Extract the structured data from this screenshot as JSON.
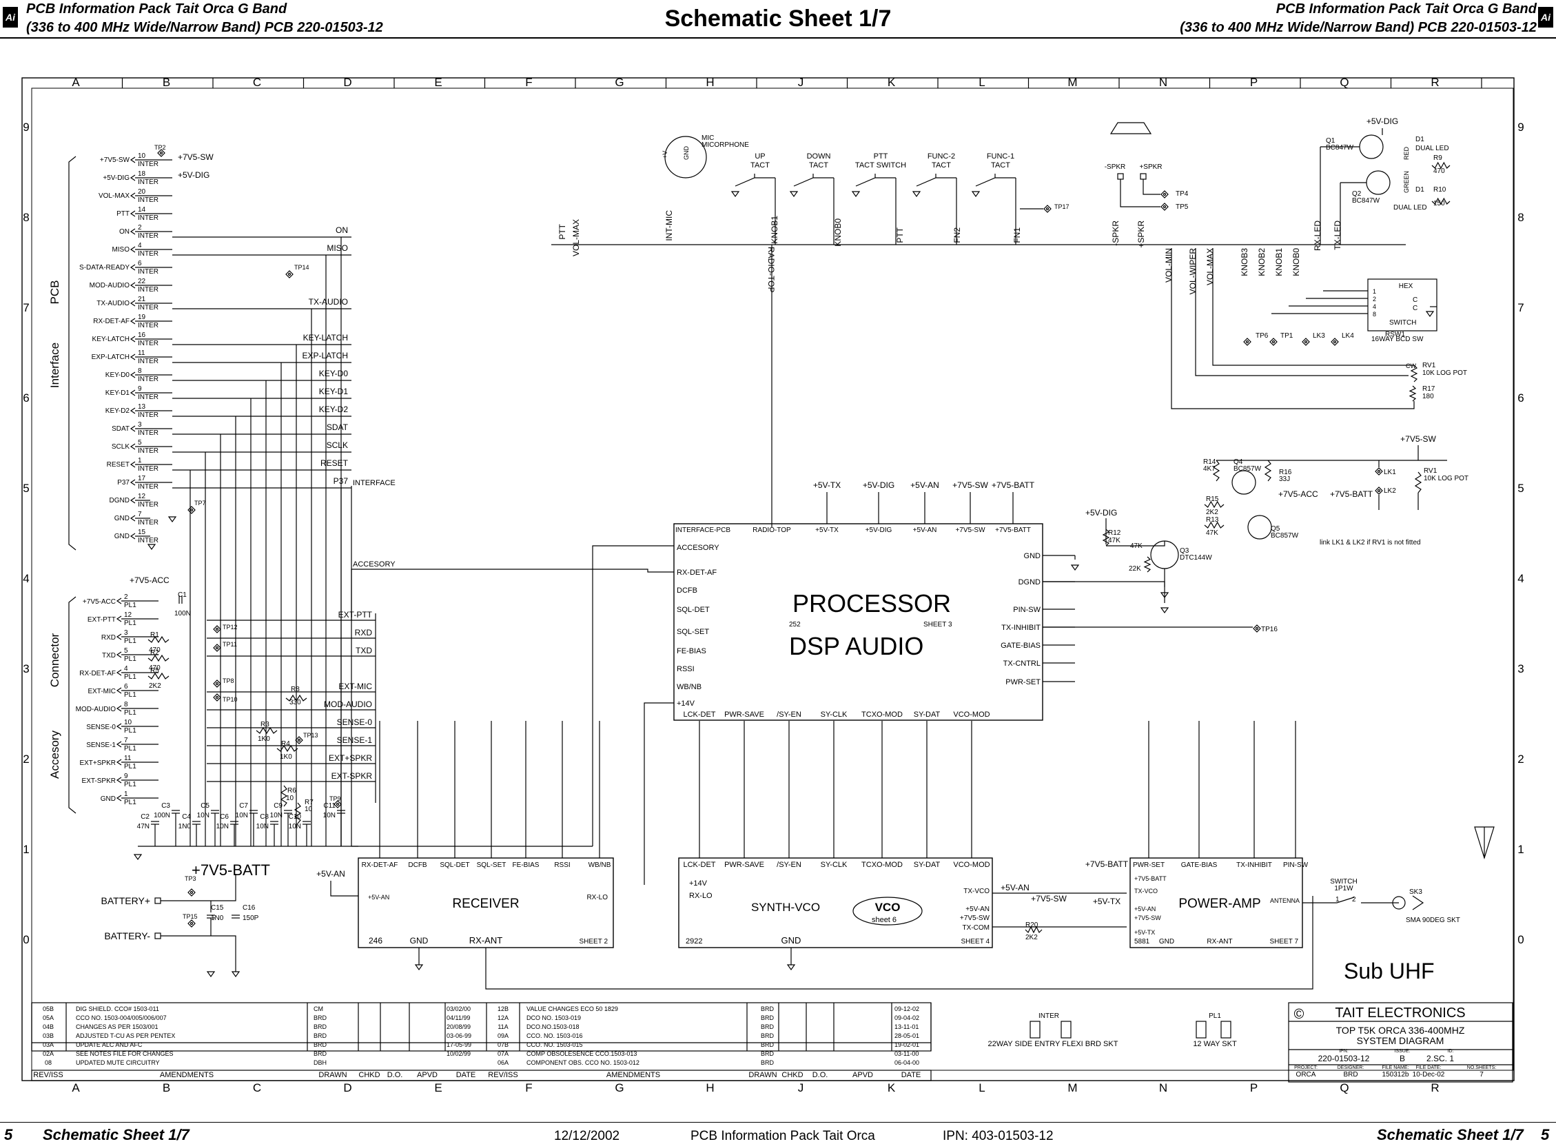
{
  "header": {
    "left_line1": "PCB Information Pack Tait Orca G Band",
    "left_line2": "(336 to 400 MHz Wide/Narrow Band) PCB 220-01503-12",
    "right_line1": "PCB Information Pack Tait Orca G Band",
    "right_line2": "(336 to 400 MHz Wide/Narrow Band) PCB 220-01503-12",
    "title": "Schematic Sheet 1/7",
    "logo": "Ai"
  },
  "footer": {
    "page_left": "5",
    "sheet_left": "Schematic Sheet 1/7",
    "date": "12/12/2002",
    "doc": "PCB Information Pack Tait Orca",
    "ipn": "IPN: 403-01503-12",
    "sheet_right": "Schematic Sheet 1/7",
    "page_right": "5"
  },
  "grid": {
    "columns": [
      "A",
      "B",
      "C",
      "D",
      "E",
      "F",
      "G",
      "H",
      "J",
      "K",
      "L",
      "M",
      "N",
      "P",
      "Q",
      "R"
    ],
    "rows": [
      "9",
      "8",
      "7",
      "6",
      "5",
      "4",
      "3",
      "2",
      "1",
      "0"
    ]
  },
  "interface": {
    "section": [
      "PCB",
      "Interface"
    ],
    "pins": [
      {
        "net": "+7V5-SW",
        "num": "10",
        "tag": "INTER"
      },
      {
        "net": "+5V-DIG",
        "num": "18",
        "tag": "INTER"
      },
      {
        "net": "VOL-MAX",
        "num": "20",
        "tag": "INTER"
      },
      {
        "net": "PTT",
        "num": "14",
        "tag": "INTER"
      },
      {
        "net": "ON",
        "num": "2",
        "tag": "INTER"
      },
      {
        "net": "MISO",
        "num": "4",
        "tag": "INTER"
      },
      {
        "net": "S-DATA-READY",
        "num": "6",
        "tag": "INTER"
      },
      {
        "net": "MOD-AUDIO",
        "num": "22",
        "tag": "INTER"
      },
      {
        "net": "TX-AUDIO",
        "num": "21",
        "tag": "INTER"
      },
      {
        "net": "RX-DET-AF",
        "num": "19",
        "tag": "INTER"
      },
      {
        "net": "KEY-LATCH",
        "num": "16",
        "tag": "INTER"
      },
      {
        "net": "EXP-LATCH",
        "num": "11",
        "tag": "INTER"
      },
      {
        "net": "KEY-D0",
        "num": "8",
        "tag": "INTER"
      },
      {
        "net": "KEY-D1",
        "num": "9",
        "tag": "INTER"
      },
      {
        "net": "KEY-D2",
        "num": "13",
        "tag": "INTER"
      },
      {
        "net": "SDAT",
        "num": "3",
        "tag": "INTER"
      },
      {
        "net": "SCLK",
        "num": "5",
        "tag": "INTER"
      },
      {
        "net": "RESET",
        "num": "1",
        "tag": "INTER"
      },
      {
        "net": "P37",
        "num": "17",
        "tag": "INTER"
      },
      {
        "net": "DGND",
        "num": "12",
        "tag": "INTER"
      },
      {
        "net": "GND",
        "num": "7",
        "tag": "INTER"
      },
      {
        "net": "GND",
        "num": "15",
        "tag": "INTER"
      }
    ],
    "bus_labels": [
      "ON",
      "MISO",
      "TX-AUDIO",
      "KEY-LATCH",
      "EXP-LATCH",
      "KEY-D0",
      "KEY-D1",
      "KEY-D2",
      "SDAT",
      "SCLK",
      "RESET",
      "P37"
    ],
    "bus_name": "INTERFACE",
    "tp2": "TP2",
    "tp2_net": "+7V5-SW",
    "dig_net": "+5V-DIG",
    "tp14": "TP14",
    "tp7": "TP7"
  },
  "connector": {
    "section": [
      "Connector",
      "Accesory"
    ],
    "acc_net": "+7V5-ACC",
    "pins": [
      {
        "net": "+7V5-ACC",
        "num": "2",
        "tag": "PL1"
      },
      {
        "net": "EXT-PTT",
        "num": "12",
        "tag": "PL1"
      },
      {
        "net": "RXD",
        "num": "3",
        "tag": "PL1"
      },
      {
        "net": "TXD",
        "num": "5",
        "tag": "PL1"
      },
      {
        "net": "RX-DET-AF",
        "num": "4",
        "tag": "PL1"
      },
      {
        "net": "EXT-MIC",
        "num": "6",
        "tag": "PL1"
      },
      {
        "net": "MOD-AUDIO",
        "num": "8",
        "tag": "PL1"
      },
      {
        "net": "SENSE-0",
        "num": "10",
        "tag": "PL1"
      },
      {
        "net": "SENSE-1",
        "num": "7",
        "tag": "PL1"
      },
      {
        "net": "EXT+SPKR",
        "num": "11",
        "tag": "PL1"
      },
      {
        "net": "EXT-SPKR",
        "num": "9",
        "tag": "PL1"
      },
      {
        "net": "GND",
        "num": "1",
        "tag": "PL1"
      }
    ],
    "bus_labels": [
      "EXT-PTT",
      "RXD",
      "TXD",
      "EXT-MIC",
      "MOD-AUDIO",
      "SENSE-0",
      "SENSE-1",
      "EXT+SPKR",
      "EXT-SPKR"
    ],
    "accesory_net": "ACCESORY",
    "parts": {
      "c1": "C1",
      "c1v": "100N",
      "r1": "R1",
      "r1v": "470",
      "r2": "R2",
      "r2v": "470",
      "r5": "R5",
      "r5v": "2K2",
      "r8": "R8",
      "r8v": "330",
      "r3": "R3",
      "r3v": "1K0",
      "r4": "R4",
      "r4v": "1K0",
      "r6": "R6",
      "r6v": "10",
      "r7": "R7",
      "r7v": "10",
      "tp12": "TP12",
      "tp11": "TP11",
      "tp8": "TP8",
      "tp10": "TP10",
      "tp13": "TP13",
      "tp9": "TP9",
      "caps": [
        {
          "ref": "C2",
          "val": "47N"
        },
        {
          "ref": "C3",
          "val": "100N"
        },
        {
          "ref": "C4",
          "val": "1N0"
        },
        {
          "ref": "C5",
          "val": "10N"
        },
        {
          "ref": "C6",
          "val": "10N"
        },
        {
          "ref": "C7",
          "val": "10N"
        },
        {
          "ref": "C8",
          "val": "10N"
        },
        {
          "ref": "C9",
          "val": "10N"
        },
        {
          "ref": "C10",
          "val": "10N"
        },
        {
          "ref": "C11",
          "val": "10N"
        }
      ]
    }
  },
  "battery": {
    "net": "+7V5-BATT",
    "plus": "BATTERY+",
    "minus": "BATTERY-",
    "tp3": "TP3",
    "tp15": "TP15",
    "c15": "C15",
    "c15v": "1N0",
    "c16": "C16",
    "c16v": "150P"
  },
  "top_row": {
    "mic": "MIC",
    "mic2": "MICORPHONE",
    "v": "+V",
    "gnd": "GND",
    "switches": [
      {
        "name": "UP",
        "type": "TACT"
      },
      {
        "name": "DOWN",
        "type": "TACT"
      },
      {
        "name": "PTT",
        "type": "TACT  SWITCH"
      },
      {
        "name": "FUNC-2",
        "type": "TACT"
      },
      {
        "name": "FUNC-1",
        "type": "TACT"
      }
    ],
    "vnets": [
      "PTT",
      "VOL-MAX",
      "INT-MIC",
      "KNOB1",
      "KNOB0",
      "PTT",
      "FN2",
      "FN1",
      "-SPKR",
      "+SPKR",
      "RX-LED",
      "TX-LED"
    ],
    "radio_top": "RADIO-TOP",
    "tp17": "TP17",
    "spkr_minus": "-SPKR",
    "spkr_plus": "+SPKR",
    "tp4": "TP4",
    "tp5": "TP5"
  },
  "right_top": {
    "net": "+5V-DIG",
    "q1": "Q1",
    "q1t": "BC847W",
    "q2": "Q2",
    "q2t": "BC847W",
    "d1": "D1",
    "d1t": "DUAL  LED",
    "d1b": "D1",
    "d1bt": "DUAL  LED",
    "red": "RED",
    "green": "GREEN",
    "r9": "R9",
    "r9v": "470",
    "r10": "R10",
    "r10v": "150",
    "vnets": [
      "VOL-MIN",
      "VOL-WIPER",
      "VOL-MAX",
      "KNOB3",
      "KNOB2",
      "KNOB1",
      "KNOB0"
    ],
    "hex": "HEX",
    "switch": "SWITCH",
    "rsw1": "RSW1",
    "rsw1t": "16WAY BCD SW",
    "hex_pins": [
      "1",
      "2",
      "4",
      "8"
    ],
    "hex_c": [
      "C",
      "C"
    ],
    "tp6": "TP6",
    "tp1": "TP1",
    "lk3": "LK3",
    "lk4": "LK4",
    "rv1": "RV1",
    "rv1t": "10K  LOG  POT",
    "cw": "CW",
    "r17": "R17",
    "r17v": "180"
  },
  "right_mid": {
    "net": "+7V5-SW",
    "r14": "R14",
    "r14v": "4K7",
    "q4": "Q4",
    "q4t": "BC857W",
    "r16": "R16",
    "r16v": "33J",
    "r15": "R15",
    "r15v": "2K2",
    "r13": "R13",
    "r13v": "47K",
    "q5": "Q5",
    "q5t": "BC857W",
    "acc": "+7V5-ACC",
    "batt": "+7V5-BATT",
    "lk1": "LK1",
    "lk2": "LK2",
    "rv1": "RV1",
    "rv1t": "10K  LOG  POT",
    "dig": "+5V-DIG",
    "r12": "R12",
    "r12v": "47K",
    "q3": "Q3",
    "q3t": "DTC144W",
    "r47k": "47K",
    "r22k": "22K",
    "note": "link    LK1    &    LK2    if    RV1    is    not    fitted"
  },
  "processor": {
    "title1": "PROCESSOR",
    "title2": "DSP  AUDIO",
    "id": "252",
    "sheet": "SHEET  3",
    "top_pins": [
      "INTERFACE-PCB",
      "RADIO-TOP",
      "+5V-TX",
      "+5V-DIG",
      "+5V-AN",
      "+7V5-SW",
      "+7V5-BATT"
    ],
    "top_nets": [
      "+5V-TX",
      "+5V-DIG",
      "+5V-AN",
      "+7V5-SW",
      "+7V5-BATT"
    ],
    "left_pins": [
      "ACCESORY",
      "RX-DET-AF",
      "DCFB",
      "SQL-DET",
      "SQL-SET",
      "FE-BIAS",
      "RSSI",
      "WB/NB",
      "+14V"
    ],
    "right_pins": [
      "GND",
      "DGND",
      "PIN-SW",
      "TX-INHIBIT",
      "GATE-BIAS",
      "TX-CNTRL",
      "PWR-SET"
    ],
    "bottom_pins": [
      "LCK-DET",
      "PWR-SAVE",
      "/SY-EN",
      "SY-CLK",
      "TCXO-MOD",
      "SY-DAT",
      "VCO-MOD"
    ],
    "tp16": "TP16"
  },
  "receiver": {
    "title": "RECEIVER",
    "id": "246",
    "gnd": "GND",
    "rxant": "RX-ANT",
    "sheet": "SHEET  2",
    "top_pins": [
      "RX-DET-AF",
      "DCFB",
      "SQL-DET",
      "SQL-SET",
      "FE-BIAS",
      "RSSI",
      "WB/NB"
    ],
    "an_pin": "+5V-AN",
    "rxlo": "RX-LO",
    "net": "+5V-AN"
  },
  "synth": {
    "title": "SYNTH-VCO",
    "id": "2922",
    "gnd": "GND",
    "sheet": "SHEET  4",
    "top_pins": [
      "LCK-DET",
      "PWR-SAVE",
      "/SY-EN",
      "SY-CLK",
      "TCXO-MOD",
      "SY-DAT",
      "VCO-MOD"
    ],
    "left": [
      "+14V",
      "RX-LO"
    ],
    "right": [
      "TX-VCO",
      "+5V-AN",
      "+7V5-SW",
      "TX-COM"
    ],
    "vco": "VCO",
    "vco_sheet": "sheet    6",
    "r20": "R20",
    "r20v": "2K2",
    "net_an": "+5V-AN",
    "net_sw": "+7V5-SW"
  },
  "pa": {
    "title": "POWER-AMP",
    "id": "5881",
    "gnd": "GND",
    "rxant": "RX-ANT",
    "sheet": "SHEET  7",
    "top_pins": [
      "PWR-SET",
      "GATE-BIAS",
      "TX-INHIBIT",
      "PIN-SW"
    ],
    "left": [
      "+7V5-BATT",
      "TX-VCO",
      "+5V-AN",
      "+7V5-SW",
      "+5V-TX"
    ],
    "antenna": "ANTENNA",
    "batt_net": "+7V5-BATT",
    "tx_net": "+5V-TX",
    "switch": "SWITCH",
    "switch_t": "1P1W",
    "sk3": "SK3",
    "sk3t": "SMA  90DEG  SKT",
    "sw_pins": [
      "1",
      "2"
    ]
  },
  "sub": "Sub  UHF",
  "amendments": {
    "rows_left": [
      {
        "rev": "05B",
        "text": "DIG    SHIELD.    CCO#    1503-011",
        "by": "CM",
        "date": "03/02/00"
      },
      {
        "rev": "05A",
        "text": "CCO        NO.        1503-004/005/006/007",
        "by": "BRD",
        "date": "04/11/99"
      },
      {
        "rev": "04B",
        "text": "CHANGES   AS   PER   1503/001",
        "by": "BRD",
        "date": "20/08/99"
      },
      {
        "rev": "03B",
        "text": "ADJUSTED   T-CU   AS   PER   PENTEX",
        "by": "BRD",
        "date": "03-06-99"
      },
      {
        "rev": "03A",
        "text": "UPDATE  ALC  AND  AFC",
        "by": "BRD",
        "date": "17-05-99"
      },
      {
        "rev": "02A",
        "text": "SEE  NOTES  FILE  FOR  CHANGES",
        "by": "BRD",
        "date": "10/02/99"
      },
      {
        "rev": "08",
        "text": "UPDATED  MUTE  CIRCUITRY",
        "by": "DBH",
        "date": ""
      }
    ],
    "rows_right": [
      {
        "rev": "12B",
        "text": "VALUE  CHANGES  ECO  50   1829",
        "by": "BRD",
        "date": "09-12-02"
      },
      {
        "rev": "12A",
        "text": "DCO   NO.    1503-019",
        "by": "BRD",
        "date": "09-04-02"
      },
      {
        "rev": "11A",
        "text": "DCO.NO.1503-018",
        "by": "BRD",
        "date": "13-11-01"
      },
      {
        "rev": "09A",
        "text": "CCO.    NO.    1503-016",
        "by": "BRD",
        "date": "28-05-01"
      },
      {
        "rev": "07B",
        "text": "CCO.    NO.    1503-015",
        "by": "BRD",
        "date": "19-02-01"
      },
      {
        "rev": "07A",
        "text": "COMP   OBSOLESENCE   CCO.1503-013",
        "by": "BRD",
        "date": "03-11-00"
      },
      {
        "rev": "06A",
        "text": "COMPONENT   OBS.   CCO   NO.   1503-012",
        "by": "BRD",
        "date": "06-04-00"
      }
    ],
    "head": [
      "REV/ISS",
      "AMENDMENTS",
      "DRAWN",
      "CHKD",
      "D.O.",
      "APVD",
      "DATE",
      "REV/ISS",
      "AMENDMENTS",
      "DRAWN",
      "CHKD",
      "D.O.",
      "APVD",
      "DATE"
    ]
  },
  "connectors_bottom": {
    "inter": "INTER",
    "inter_t": "22WAY  SIDE  ENTRY  FLEXI  BRD  SKT",
    "pl1": "PL1",
    "pl1_t": "12  WAY  SKT"
  },
  "title_block": {
    "copyright": "©",
    "company": "TAIT    ELECTRONICS",
    "line1": "TOP   T5K   ORCA   336-400MHZ",
    "line2": "SYSTEM DIAGRAM",
    "ipn_l": "IPN:",
    "ipn": "220-01503-12",
    "issue_l": "ISSUE:",
    "issue": "B",
    "id_l": "ID:",
    "id": "2.SC.  1",
    "hdrs": [
      "PROJECT:",
      "DESIGNER:",
      "FILE   NAME:",
      "FILE   DATE:",
      "NO.SHEETS:"
    ],
    "vals": [
      "ORCA",
      "BRD",
      "150312b",
      "10-Dec-02",
      "7"
    ]
  }
}
